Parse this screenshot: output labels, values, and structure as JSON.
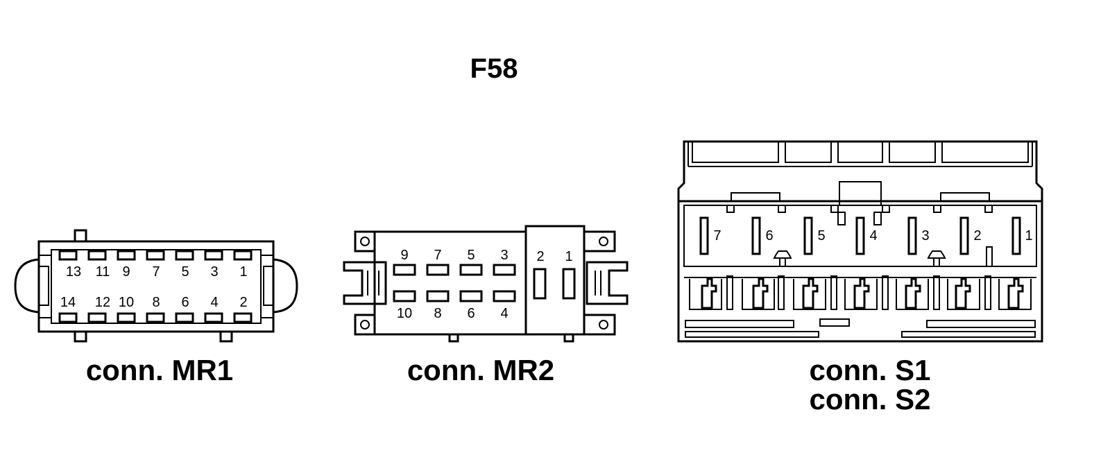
{
  "title": "F58",
  "connectors": {
    "mr1": {
      "caption": "conn. MR1",
      "top_pins": [
        "13",
        "11",
        "9",
        "7",
        "5",
        "3",
        "1"
      ],
      "bottom_pins": [
        "14",
        "12",
        "10",
        "8",
        "6",
        "4",
        "2"
      ]
    },
    "mr2": {
      "caption": "conn. MR2",
      "top_pins": [
        "9",
        "7",
        "5",
        "3"
      ],
      "bottom_pins": [
        "10",
        "8",
        "6",
        "4"
      ],
      "side_pins": [
        "2",
        "1"
      ]
    },
    "s": {
      "caption_1": "conn. S1",
      "caption_2": "conn. S2",
      "pins": [
        "7",
        "6",
        "5",
        "4",
        "3",
        "2",
        "1"
      ]
    }
  }
}
